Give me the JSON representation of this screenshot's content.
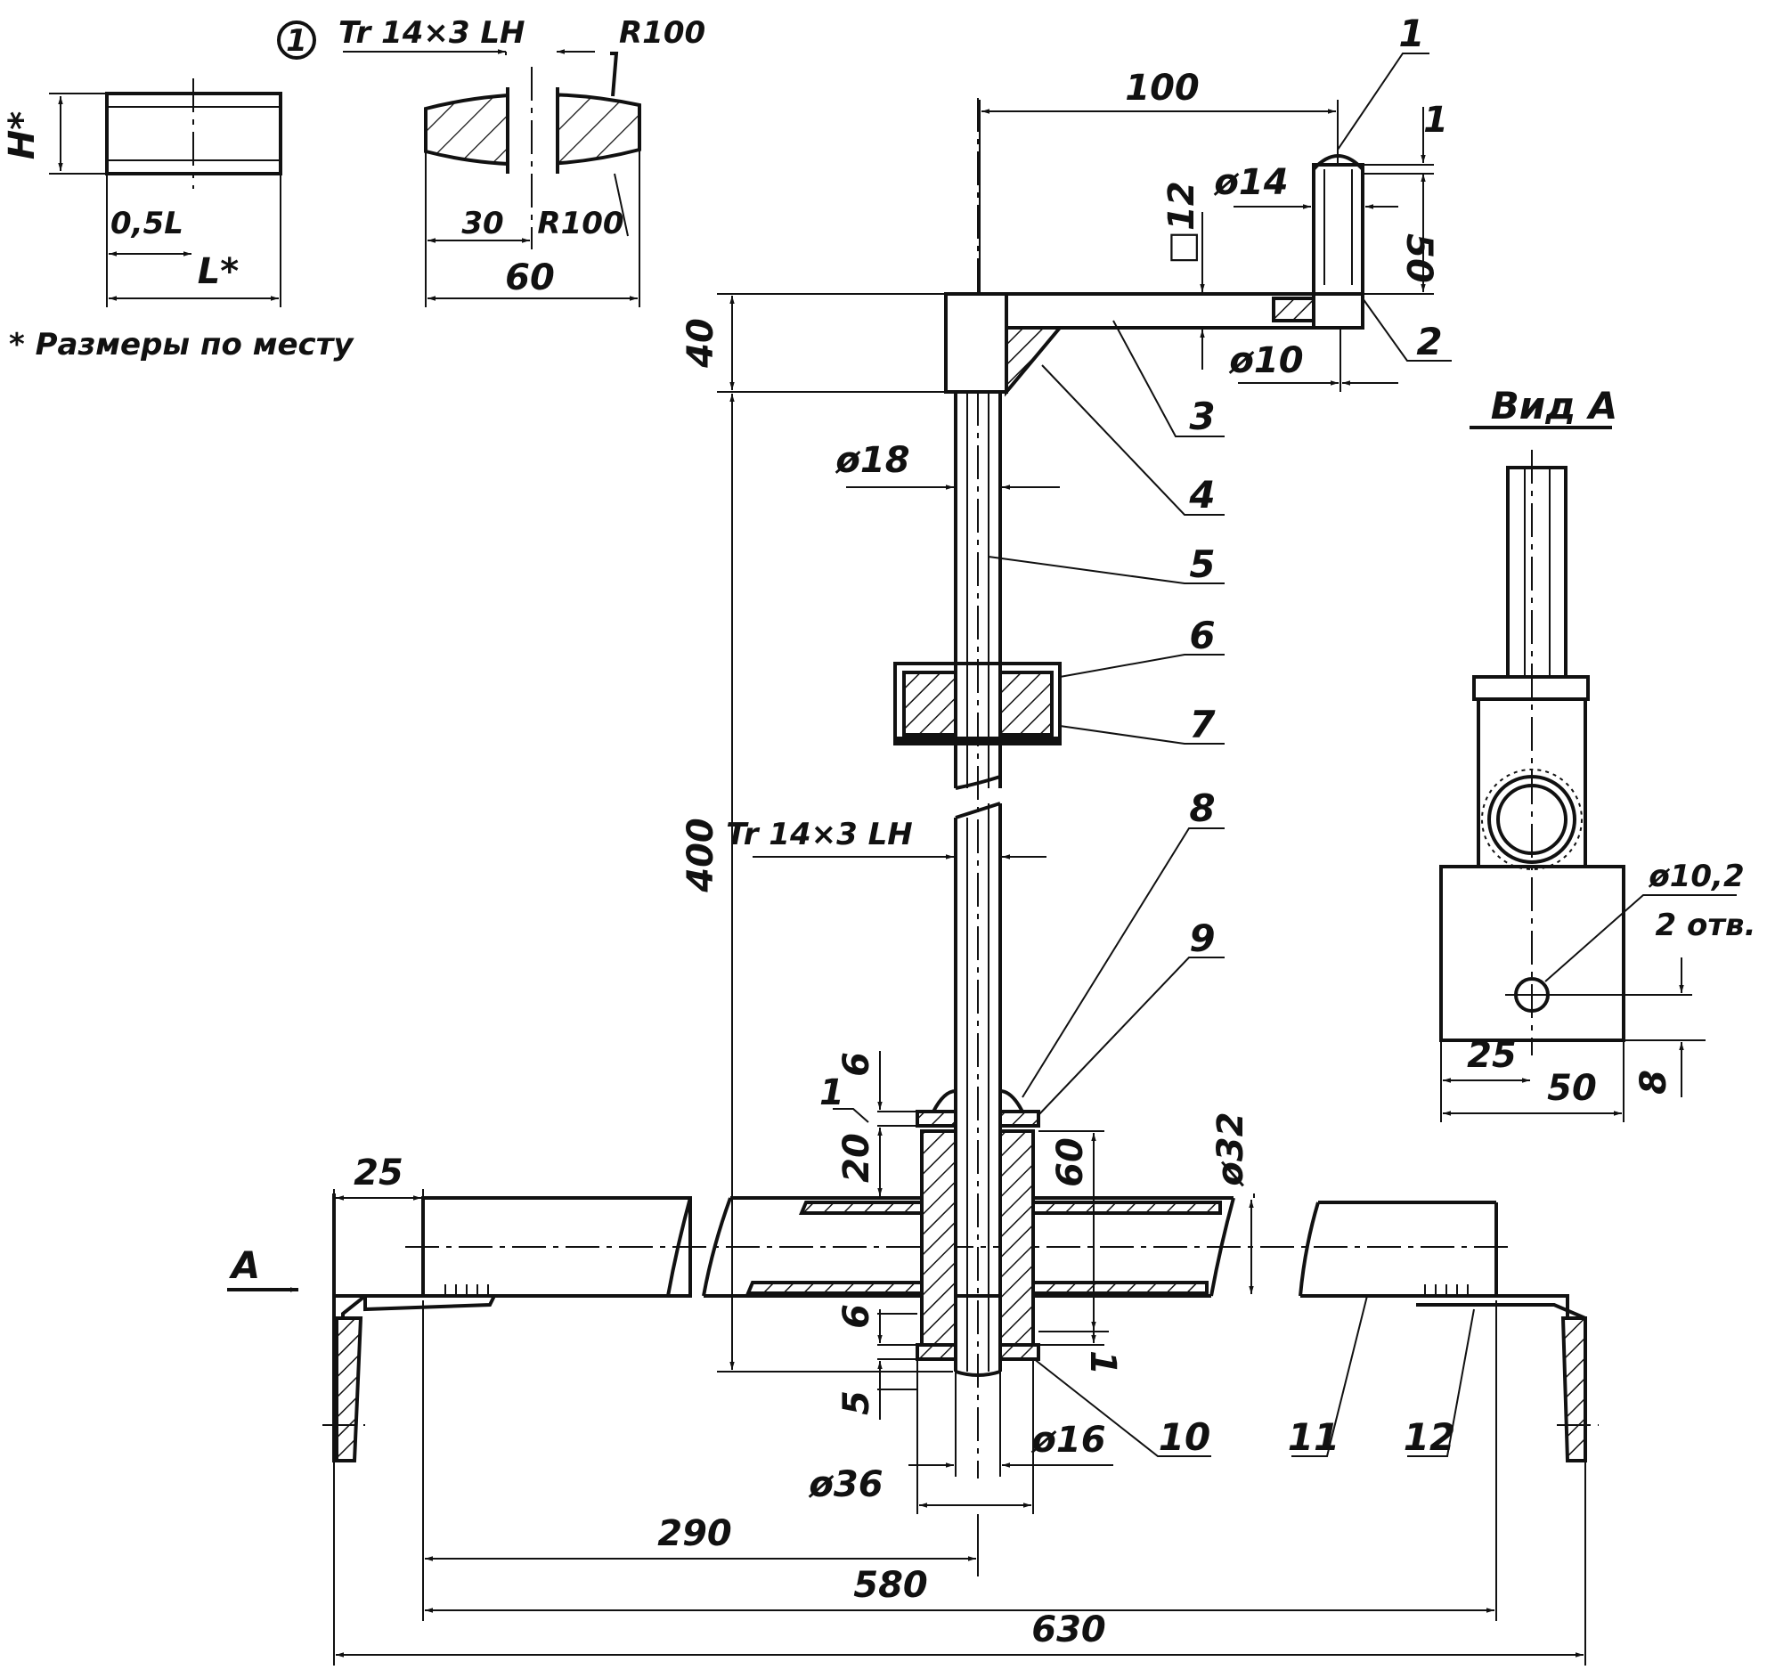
{
  "detail_1": {
    "marker": "1",
    "thread": "Tr 14×3 LH",
    "radius_top": "R100",
    "radius_bottom": "R100",
    "dim_half": "30",
    "dim_width": "60"
  },
  "block": {
    "height": "H*",
    "half_length": "0,5L",
    "length": "L*",
    "note": "* Размеры по месту"
  },
  "main": {
    "dims": {
      "d100": "100",
      "d1_top": "1",
      "d14": "ø14",
      "d50_handle": "50",
      "sq12": "□12",
      "d10": "ø10",
      "d40": "40",
      "d18": "ø18",
      "d400": "400",
      "thread": "Tr 14×3 LH",
      "d6_top": "6",
      "d1_left": "1",
      "d20": "20",
      "d60": "60",
      "d32": "ø32",
      "d25": "25",
      "d6_bottom": "6",
      "d5": "5",
      "d1_bottom": "1",
      "d16": "ø16",
      "d36": "ø36",
      "d290": "290",
      "d580": "580",
      "d630": "630"
    },
    "view_arrow": "A",
    "parts": [
      "1",
      "2",
      "3",
      "4",
      "5",
      "6",
      "7",
      "8",
      "9",
      "10",
      "11",
      "12"
    ]
  },
  "view_a": {
    "title": "Вид А",
    "hole": "ø10,2",
    "holes_count": "2 отв.",
    "d25": "25",
    "d50": "50",
    "d8": "8"
  }
}
